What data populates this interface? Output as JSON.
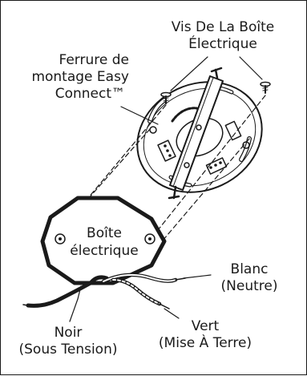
{
  "labels": {
    "screws_line1": "Vis De La Boîte",
    "screws_line2": "Électrique",
    "bracket_line1": "Ferrure de",
    "bracket_line2": "montage Easy",
    "bracket_line3": "Connect™",
    "box_line1": "Boîte",
    "box_line2": "électrique",
    "white_line1": "Blanc",
    "white_line2": "(Neutre)",
    "black_line1": "Noir",
    "black_line2": "(Sous Tension)",
    "green_line1": "Vert",
    "green_line2": "(Mise À Terre)"
  },
  "colors": {
    "ink": "#1a1a1a",
    "background": "#ffffff"
  }
}
